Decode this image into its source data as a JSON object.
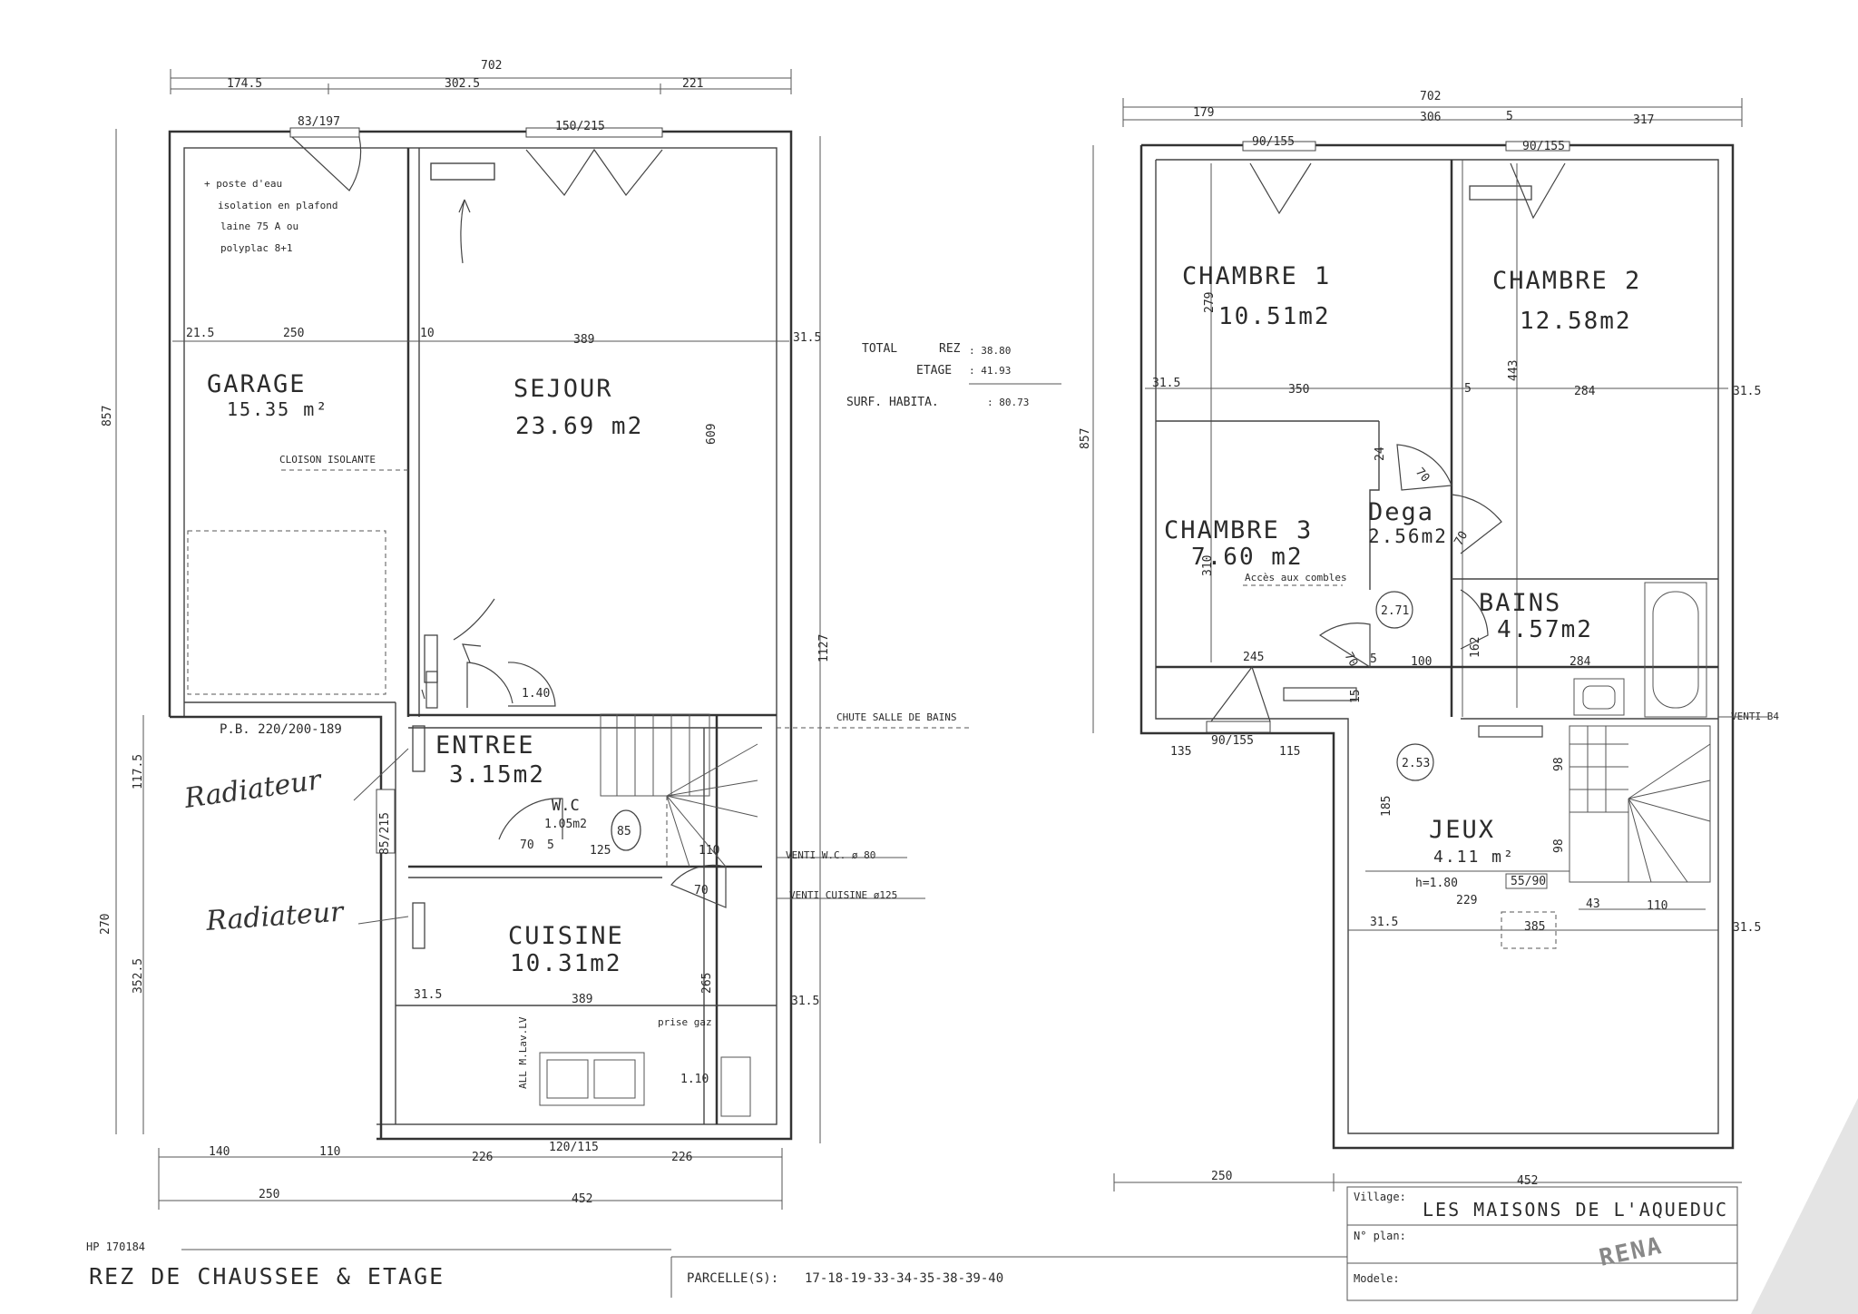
{
  "ground_floor": {
    "rooms": [
      {
        "name": "GARAGE",
        "area": "15.35 m²"
      },
      {
        "name": "SEJOUR",
        "area": "23.69 m2"
      },
      {
        "name": "ENTREE",
        "area": "3.15m2"
      },
      {
        "name": "W.C",
        "area": "1.05m2"
      },
      {
        "name": "CUISINE",
        "area": "10.31m2"
      }
    ],
    "notes": {
      "poste": "+ poste d'eau",
      "isolation_1": "isolation en plafond",
      "isolation_2": "laine 75 A ou",
      "isolation_3": "polyplac 8+1",
      "cloison": "CLOISON ISOLANTE",
      "pb": "P.B. 220/200-189",
      "chute": "CHUTE SALLE DE BAINS",
      "venti_wc": "VENTI W.C. ø 80",
      "venti_cuisine": "VENTI CUISINE ø125",
      "prise_gaz": "prise gaz",
      "evier": "ALL M.Lav.LV"
    },
    "handwritten": {
      "radiator_1": "Radiateur",
      "radiator_2": "Radiateur"
    },
    "dims": {
      "top_total": "702",
      "top_1": "174.5",
      "top_2": "302.5",
      "top_3": "221",
      "win_1": "83/197",
      "win_2": "150/215",
      "r_215": "21.5",
      "r_250": "250",
      "r_10": "10",
      "r_389": "389",
      "r_315": "31.5",
      "h_857": "857",
      "h_1127": "1127",
      "h_609": "609",
      "h_1175": "117.5",
      "h_270": "270",
      "h_3525": "352.5",
      "d_140": "1.40",
      "wc_70": "70",
      "wc_5": "5",
      "wc_125": "125",
      "wc_110": "110",
      "wc_85": "85",
      "k_315": "31.5",
      "k_389": "389",
      "k_265": "265",
      "k_315b": "31.5",
      "k_110": "1.10",
      "side_85": "85/215",
      "bot_140": "140",
      "bot_110": "110",
      "bot_226a": "226",
      "bot_win": "120/115",
      "bot_226b": "226",
      "bot_250": "250",
      "bot_452": "452"
    }
  },
  "first_floor": {
    "rooms": [
      {
        "name": "CHAMBRE 1",
        "area": "10.51m2"
      },
      {
        "name": "CHAMBRE 2",
        "area": "12.58m2"
      },
      {
        "name": "CHAMBRE 3",
        "area": "7.60 m2"
      },
      {
        "name": "Dega",
        "area": "2.56m2"
      },
      {
        "name": "BAINS",
        "area": "4.57m2"
      },
      {
        "name": "JEUX",
        "area": "4.11 m²"
      }
    ],
    "notes": {
      "acces_combles": "Accès aux combles",
      "venti": "VENTI B4",
      "h_180": "h=1.80",
      "circle_1": "2.71",
      "circle_2": "2.53"
    },
    "dims": {
      "top_total": "702",
      "top_1": "179",
      "top_2": "306",
      "top_3": "5",
      "top_4": "317",
      "win_1": "90/155",
      "win_2": "90/155",
      "r_315": "31.5",
      "r_350": "350",
      "r_5": "5",
      "r_284": "284",
      "r_315b": "31.5",
      "v_279": "279",
      "v_443": "443",
      "v_857": "857",
      "v_310": "310",
      "v_24": "24",
      "d_70a": "70",
      "d_70b": "70",
      "d_70c": "70",
      "b_5": "5",
      "b_100": "100",
      "b_284": "284",
      "b_162": "162",
      "b_245": "245",
      "b_15": "15",
      "j_135": "135",
      "j_115": "115",
      "j_win": "90/155",
      "j_185": "185",
      "j_98": "98",
      "j_98b": "98",
      "j_229": "229",
      "j_5590": "55/90",
      "j_43": "43",
      "j_110": "110",
      "j_315": "31.5",
      "j_385": "385",
      "j_315b": "31.5",
      "bot_250": "250",
      "bot_452": "452"
    }
  },
  "summary": {
    "total_label": "TOTAL",
    "rez_label": "REZ",
    "rez_value": ": 38.80",
    "etage_label": "ETAGE",
    "etage_value": ": 41.93",
    "surf_label": "SURF. HABITA.",
    "surf_value": ": 80.73"
  },
  "title_block": {
    "ref": "HP 170184",
    "title": "REZ DE CHAUSSEE & ETAGE",
    "parcelles_label": "PARCELLE(S):",
    "parcelles_value": "17-18-19-33-34-35-38-39-40",
    "village_label": "Village:",
    "village_value": "LES MAISONS DE L'AQUEDUC",
    "plan_label": "N° plan:",
    "modele_label": "Modele:",
    "stamp": "RENA"
  }
}
